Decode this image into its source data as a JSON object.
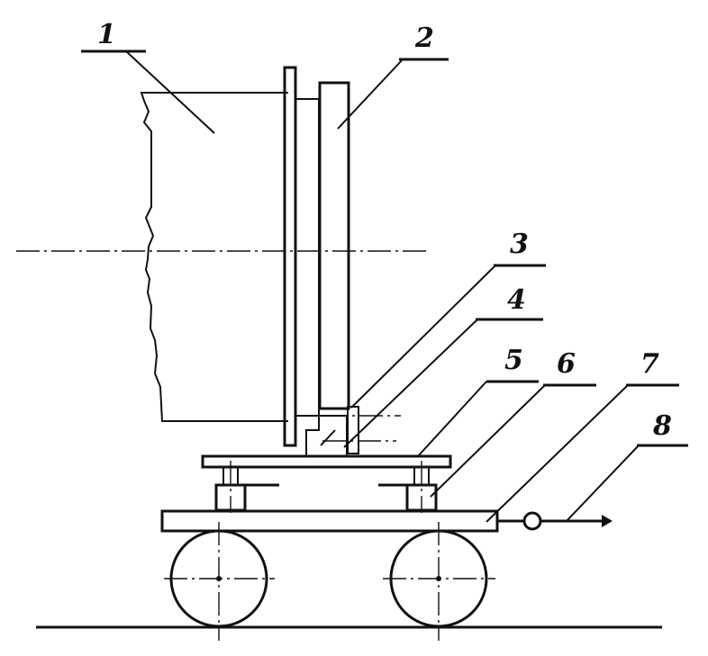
{
  "labels": [
    "1",
    "2",
    "3",
    "4",
    "5",
    "6",
    "7",
    "8"
  ],
  "colors": {
    "ink": "#111111",
    "paper": "#ffffff"
  }
}
